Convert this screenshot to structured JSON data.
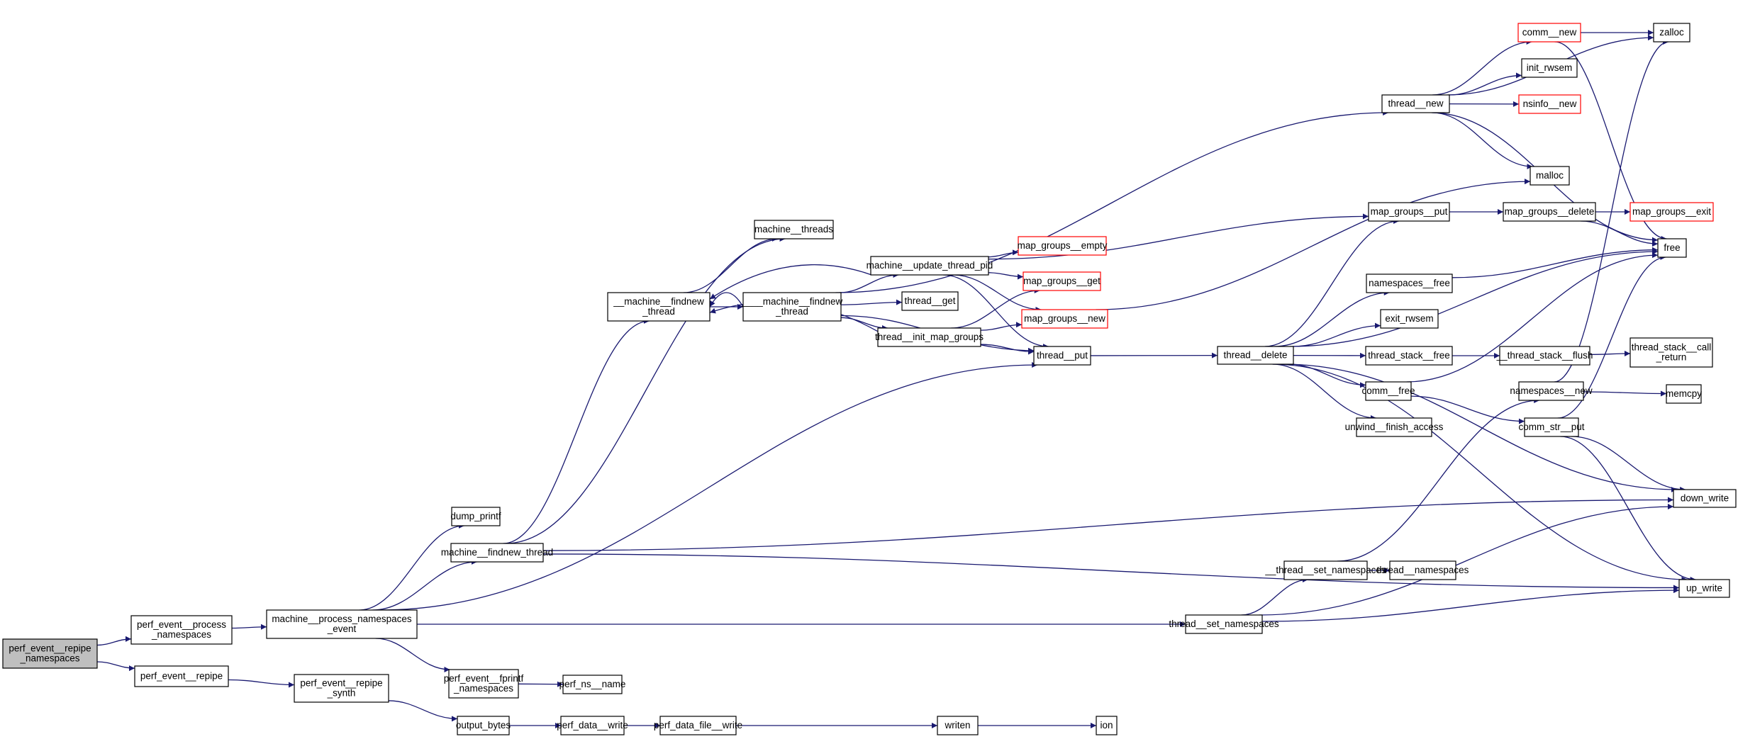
{
  "diagram": {
    "type": "call-graph",
    "edge_color": "#191970",
    "node_border_default": "#000000",
    "node_border_missing": "#ff0000",
    "root_fill": "#bfbfbf",
    "nodes": [
      {
        "id": "root",
        "lines": [
          "perf_event__repipe",
          "_namespaces"
        ],
        "style": "root"
      },
      {
        "id": "pe_process_ns",
        "lines": [
          "perf_event__process",
          "_namespaces"
        ],
        "style": "normal"
      },
      {
        "id": "pe_repipe",
        "lines": [
          "perf_event__repipe"
        ],
        "style": "normal"
      },
      {
        "id": "machine_process_ns",
        "lines": [
          "machine__process_namespaces",
          "_event"
        ],
        "style": "normal"
      },
      {
        "id": "pe_repipe_synth",
        "lines": [
          "perf_event__repipe",
          "_synth"
        ],
        "style": "normal"
      },
      {
        "id": "dump_printf",
        "lines": [
          "dump_printf"
        ],
        "style": "normal"
      },
      {
        "id": "machine_findnew_thread",
        "lines": [
          "machine__findnew_thread"
        ],
        "style": "normal"
      },
      {
        "id": "pe_fprintf_ns",
        "lines": [
          "perf_event__fprintf",
          "_namespaces"
        ],
        "style": "normal"
      },
      {
        "id": "output_bytes",
        "lines": [
          "output_bytes"
        ],
        "style": "normal"
      },
      {
        "id": "perf_ns_name",
        "lines": [
          "perf_ns__name"
        ],
        "style": "normal"
      },
      {
        "id": "perf_data_write",
        "lines": [
          "perf_data__write"
        ],
        "style": "normal"
      },
      {
        "id": "perf_data_file_write",
        "lines": [
          "perf_data_file__write"
        ],
        "style": "normal"
      },
      {
        "id": "writen",
        "lines": [
          "writen"
        ],
        "style": "normal"
      },
      {
        "id": "ion",
        "lines": [
          "ion"
        ],
        "style": "normal"
      },
      {
        "id": "machine_threads",
        "lines": [
          "machine__threads"
        ],
        "style": "normal"
      },
      {
        "id": "__machine_findnew_thread",
        "lines": [
          "__machine__findnew",
          "_thread"
        ],
        "style": "normal"
      },
      {
        "id": "____machine_findnew_thread",
        "lines": [
          "____machine__findnew",
          "_thread"
        ],
        "style": "normal"
      },
      {
        "id": "machine_update_thread_pid",
        "lines": [
          "machine__update_thread_pid"
        ],
        "style": "normal"
      },
      {
        "id": "thread_get",
        "lines": [
          "thread__get"
        ],
        "style": "normal"
      },
      {
        "id": "thread_init_map_groups",
        "lines": [
          "thread__init_map_groups"
        ],
        "style": "normal"
      },
      {
        "id": "map_groups_empty",
        "lines": [
          "map_groups__empty"
        ],
        "style": "missing"
      },
      {
        "id": "map_groups_get",
        "lines": [
          "map_groups__get"
        ],
        "style": "missing"
      },
      {
        "id": "map_groups_new",
        "lines": [
          "map_groups__new"
        ],
        "style": "missing"
      },
      {
        "id": "thread_put",
        "lines": [
          "thread__put"
        ],
        "style": "normal"
      },
      {
        "id": "thread_new",
        "lines": [
          "thread__new"
        ],
        "style": "normal"
      },
      {
        "id": "comm_new",
        "lines": [
          "comm__new"
        ],
        "style": "missing"
      },
      {
        "id": "init_rwsem",
        "lines": [
          "init_rwsem"
        ],
        "style": "normal"
      },
      {
        "id": "nsinfo_new",
        "lines": [
          "nsinfo__new"
        ],
        "style": "missing"
      },
      {
        "id": "malloc",
        "lines": [
          "malloc"
        ],
        "style": "normal"
      },
      {
        "id": "zalloc",
        "lines": [
          "zalloc"
        ],
        "style": "normal"
      },
      {
        "id": "map_groups_put",
        "lines": [
          "map_groups__put"
        ],
        "style": "normal"
      },
      {
        "id": "map_groups_delete",
        "lines": [
          "map_groups__delete"
        ],
        "style": "normal"
      },
      {
        "id": "map_groups_exit",
        "lines": [
          "map_groups__exit"
        ],
        "style": "missing"
      },
      {
        "id": "free",
        "lines": [
          "free"
        ],
        "style": "normal"
      },
      {
        "id": "namespaces_free",
        "lines": [
          "namespaces__free"
        ],
        "style": "normal"
      },
      {
        "id": "exit_rwsem",
        "lines": [
          "exit_rwsem"
        ],
        "style": "normal"
      },
      {
        "id": "thread_delete",
        "lines": [
          "thread__delete"
        ],
        "style": "normal"
      },
      {
        "id": "thread_stack_free",
        "lines": [
          "thread_stack__free"
        ],
        "style": "normal"
      },
      {
        "id": "__thread_stack_flush",
        "lines": [
          "__thread_stack__flush"
        ],
        "style": "normal"
      },
      {
        "id": "thread_stack_call_return",
        "lines": [
          "thread_stack__call",
          "_return"
        ],
        "style": "normal"
      },
      {
        "id": "comm_free",
        "lines": [
          "comm__free"
        ],
        "style": "normal"
      },
      {
        "id": "unwind_finish_access",
        "lines": [
          "unwind__finish_access"
        ],
        "style": "normal"
      },
      {
        "id": "namespaces_new",
        "lines": [
          "namespaces__new"
        ],
        "style": "normal"
      },
      {
        "id": "memcpy",
        "lines": [
          "memcpy"
        ],
        "style": "normal"
      },
      {
        "id": "comm_str_put",
        "lines": [
          "comm_str__put"
        ],
        "style": "normal"
      },
      {
        "id": "down_write",
        "lines": [
          "down_write"
        ],
        "style": "normal"
      },
      {
        "id": "up_write",
        "lines": [
          "up_write"
        ],
        "style": "normal"
      },
      {
        "id": "__thread_set_namespaces",
        "lines": [
          "__thread__set_namespaces"
        ],
        "style": "normal"
      },
      {
        "id": "thread_namespaces",
        "lines": [
          "thread__namespaces"
        ],
        "style": "normal"
      },
      {
        "id": "thread_set_namespaces",
        "lines": [
          "thread__set_namespaces"
        ],
        "style": "normal"
      }
    ],
    "edges": [
      [
        "root",
        "pe_process_ns"
      ],
      [
        "root",
        "pe_repipe"
      ],
      [
        "pe_process_ns",
        "machine_process_ns"
      ],
      [
        "pe_repipe",
        "pe_repipe_synth"
      ],
      [
        "pe_repipe_synth",
        "output_bytes"
      ],
      [
        "machine_process_ns",
        "dump_printf"
      ],
      [
        "machine_process_ns",
        "machine_findnew_thread"
      ],
      [
        "machine_process_ns",
        "thread_put"
      ],
      [
        "machine_process_ns",
        "thread_set_namespaces"
      ],
      [
        "machine_process_ns",
        "pe_fprintf_ns"
      ],
      [
        "pe_fprintf_ns",
        "perf_ns_name"
      ],
      [
        "output_bytes",
        "perf_data_write"
      ],
      [
        "perf_data_write",
        "perf_data_file_write"
      ],
      [
        "perf_data_file_write",
        "writen"
      ],
      [
        "writen",
        "ion"
      ],
      [
        "machine_findnew_thread",
        "machine_threads"
      ],
      [
        "machine_findnew_thread",
        "__machine_findnew_thread"
      ],
      [
        "machine_findnew_thread",
        "down_write"
      ],
      [
        "machine_findnew_thread",
        "up_write"
      ],
      [
        "__machine_findnew_thread",
        "machine_threads"
      ],
      [
        "__machine_findnew_thread",
        "____machine_findnew_thread"
      ],
      [
        "____machine_findnew_thread",
        "__machine_findnew_thread"
      ],
      [
        "____machine_findnew_thread",
        "machine_update_thread_pid"
      ],
      [
        "____machine_findnew_thread",
        "thread_get"
      ],
      [
        "____machine_findnew_thread",
        "thread_init_map_groups"
      ],
      [
        "____machine_findnew_thread",
        "thread_new"
      ],
      [
        "____machine_findnew_thread",
        "thread_put"
      ],
      [
        "machine_update_thread_pid",
        "__machine_findnew_thread"
      ],
      [
        "machine_update_thread_pid",
        "map_groups_empty"
      ],
      [
        "machine_update_thread_pid",
        "map_groups_get"
      ],
      [
        "machine_update_thread_pid",
        "map_groups_new"
      ],
      [
        "machine_update_thread_pid",
        "map_groups_put"
      ],
      [
        "machine_update_thread_pid",
        "thread_put"
      ],
      [
        "thread_init_map_groups",
        "__machine_findnew_thread"
      ],
      [
        "thread_init_map_groups",
        "map_groups_get"
      ],
      [
        "thread_init_map_groups",
        "map_groups_new"
      ],
      [
        "thread_init_map_groups",
        "thread_put"
      ],
      [
        "map_groups_new",
        "malloc"
      ],
      [
        "thread_put",
        "thread_delete"
      ],
      [
        "thread_new",
        "zalloc"
      ],
      [
        "thread_new",
        "comm_new"
      ],
      [
        "thread_new",
        "init_rwsem"
      ],
      [
        "thread_new",
        "nsinfo_new"
      ],
      [
        "thread_new",
        "malloc"
      ],
      [
        "thread_new",
        "free"
      ],
      [
        "comm_new",
        "zalloc"
      ],
      [
        "comm_new",
        "free"
      ],
      [
        "map_groups_put",
        "map_groups_delete"
      ],
      [
        "map_groups_delete",
        "map_groups_exit"
      ],
      [
        "map_groups_delete",
        "free"
      ],
      [
        "thread_delete",
        "map_groups_put"
      ],
      [
        "thread_delete",
        "free"
      ],
      [
        "thread_delete",
        "namespaces_free"
      ],
      [
        "thread_delete",
        "exit_rwsem"
      ],
      [
        "thread_delete",
        "thread_stack_free"
      ],
      [
        "thread_delete",
        "comm_free"
      ],
      [
        "thread_delete",
        "unwind_finish_access"
      ],
      [
        "thread_delete",
        "down_write"
      ],
      [
        "thread_delete",
        "up_write"
      ],
      [
        "namespaces_free",
        "free"
      ],
      [
        "thread_stack_free",
        "__thread_stack_flush"
      ],
      [
        "__thread_stack_flush",
        "thread_stack_call_return"
      ],
      [
        "comm_free",
        "free"
      ],
      [
        "comm_free",
        "comm_str_put"
      ],
      [
        "comm_str_put",
        "free"
      ],
      [
        "comm_str_put",
        "down_write"
      ],
      [
        "comm_str_put",
        "up_write"
      ],
      [
        "namespaces_new",
        "zalloc"
      ],
      [
        "namespaces_new",
        "memcpy"
      ],
      [
        "__thread_set_namespaces",
        "namespaces_new"
      ],
      [
        "__thread_set_namespaces",
        "thread_namespaces"
      ],
      [
        "thread_set_namespaces",
        "__thread_set_namespaces"
      ],
      [
        "thread_set_namespaces",
        "down_write"
      ],
      [
        "thread_set_namespaces",
        "up_write"
      ]
    ]
  }
}
